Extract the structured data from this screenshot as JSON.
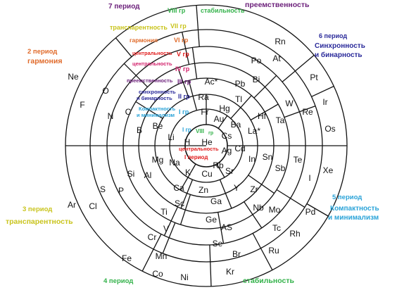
{
  "diagram": {
    "rings": 7,
    "colors": {
      "line": "#111111",
      "period2": "#e06a2a",
      "period3": "#c9c41d",
      "period4": "#33b24a",
      "period5": "#2aa3d8",
      "period6": "#2a2a9a",
      "period7": "#6b1f7a",
      "group1": "#2aa3d8",
      "group2": "#2a2a9a",
      "group3": "#6b1f7a",
      "group4": "#d21f6a",
      "group5": "#e01a1a",
      "group6": "#e06a2a",
      "group7": "#c9c41d",
      "group8": "#33b24a",
      "center": "#e01a1a"
    },
    "period_labels": [
      {
        "id": "p7",
        "text": "7 период",
        "color": "#6b1f7a"
      },
      {
        "id": "p7t",
        "text": "преемственность",
        "color": "#6b1f7a"
      },
      {
        "id": "p2",
        "text": "2 период",
        "color": "#e06a2a"
      },
      {
        "id": "p2t",
        "text": "гармония",
        "color": "#e06a2a"
      },
      {
        "id": "p6",
        "text": "6 период",
        "color": "#2a2a9a"
      },
      {
        "id": "p6t1",
        "text": "Синхронность",
        "color": "#2a2a9a"
      },
      {
        "id": "p6t2",
        "text": "и бинарность",
        "color": "#2a2a9a"
      },
      {
        "id": "p3",
        "text": "3 период",
        "color": "#c9c41d"
      },
      {
        "id": "p3t",
        "text": "транспарентность",
        "color": "#c9c41d"
      },
      {
        "id": "p5",
        "text": "5 период",
        "color": "#2aa3d8"
      },
      {
        "id": "p5t1",
        "text": "Компактность",
        "color": "#2aa3d8"
      },
      {
        "id": "p5t2",
        "text": "и минимализм",
        "color": "#2aa3d8"
      },
      {
        "id": "p4",
        "text": "4 период",
        "color": "#33b24a"
      },
      {
        "id": "p4t",
        "text": "стабильность",
        "color": "#33b24a"
      }
    ],
    "group_labels": [
      {
        "id": "g8",
        "text": "VIII  гр",
        "color": "#33b24a"
      },
      {
        "id": "g8t",
        "text": "стабильность",
        "color": "#33b24a"
      },
      {
        "id": "g7",
        "text": "VII  гр",
        "color": "#c9c41d"
      },
      {
        "id": "g7t",
        "text": "транспарентность",
        "color": "#c9c41d"
      },
      {
        "id": "g6",
        "text": "VI гр",
        "color": "#e06a2a"
      },
      {
        "id": "g6t",
        "text": "гармония",
        "color": "#e06a2a"
      },
      {
        "id": "g5",
        "text": "V гр",
        "color": "#e01a1a"
      },
      {
        "id": "g5t",
        "text": "центральность",
        "color": "#e01a1a"
      },
      {
        "id": "g4",
        "text": "IV гр",
        "color": "#d21f6a"
      },
      {
        "id": "g4t",
        "text": "центральность",
        "color": "#d21f6a"
      },
      {
        "id": "g3",
        "text": "III гр",
        "color": "#6b1f7a"
      },
      {
        "id": "g3t",
        "text": "преемственность",
        "color": "#6b1f7a"
      },
      {
        "id": "g2",
        "text": "II гр",
        "color": "#2a2a9a"
      },
      {
        "id": "g2t1",
        "text": "синхронность",
        "color": "#2a2a9a"
      },
      {
        "id": "g2t2",
        "text": "и бинарность",
        "color": "#2a2a9a"
      },
      {
        "id": "g1",
        "text": "I гр",
        "color": "#2aa3d8"
      },
      {
        "id": "g1t1",
        "text": "Компактность",
        "color": "#2aa3d8"
      },
      {
        "id": "g1t2",
        "text": "и минимализм",
        "color": "#2aa3d8"
      },
      {
        "id": "c1",
        "text": "I гр",
        "color": "#2aa3d8"
      },
      {
        "id": "c8",
        "text": "VIII",
        "color": "#33b24a"
      },
      {
        "id": "c8b",
        "text": "гр",
        "color": "#33b24a"
      },
      {
        "id": "cct",
        "text": "центральность",
        "color": "#e01a1a"
      },
      {
        "id": "cp1",
        "text": "I период",
        "color": "#e01a1a"
      }
    ],
    "elements": [
      {
        "sym": "H"
      },
      {
        "sym": "He"
      },
      {
        "sym": "Li"
      },
      {
        "sym": "Be"
      },
      {
        "sym": "B"
      },
      {
        "sym": "C"
      },
      {
        "sym": "N"
      },
      {
        "sym": "O"
      },
      {
        "sym": "F"
      },
      {
        "sym": "Ne"
      },
      {
        "sym": "Na"
      },
      {
        "sym": "Mg"
      },
      {
        "sym": "Al"
      },
      {
        "sym": "Si"
      },
      {
        "sym": "P"
      },
      {
        "sym": "S"
      },
      {
        "sym": "Cl"
      },
      {
        "sym": "Ar"
      },
      {
        "sym": "K"
      },
      {
        "sym": "Ca"
      },
      {
        "sym": "Sc"
      },
      {
        "sym": "Ti"
      },
      {
        "sym": "V"
      },
      {
        "sym": "Cr"
      },
      {
        "sym": "Mn"
      },
      {
        "sym": "Fe"
      },
      {
        "sym": "Co"
      },
      {
        "sym": "Ni"
      },
      {
        "sym": "Cu"
      },
      {
        "sym": "Zn"
      },
      {
        "sym": "Ga"
      },
      {
        "sym": "Ge"
      },
      {
        "sym": "AS"
      },
      {
        "sym": "Se"
      },
      {
        "sym": "Br"
      },
      {
        "sym": "Kr"
      },
      {
        "sym": "Rb"
      },
      {
        "sym": "Sr"
      },
      {
        "sym": "Y"
      },
      {
        "sym": "Zr"
      },
      {
        "sym": "Nb"
      },
      {
        "sym": "Mo"
      },
      {
        "sym": "Tc"
      },
      {
        "sym": "Ru"
      },
      {
        "sym": "Rh"
      },
      {
        "sym": "Pd"
      },
      {
        "sym": "Ag"
      },
      {
        "sym": "Cd"
      },
      {
        "sym": "In"
      },
      {
        "sym": "Sn"
      },
      {
        "sym": "Sb"
      },
      {
        "sym": "Te"
      },
      {
        "sym": "I"
      },
      {
        "sym": "Xe"
      },
      {
        "sym": "Cs"
      },
      {
        "sym": "Ba"
      },
      {
        "sym": "La*"
      },
      {
        "sym": "Hf"
      },
      {
        "sym": "Ta"
      },
      {
        "sym": "W"
      },
      {
        "sym": "Re"
      },
      {
        "sym": "Os"
      },
      {
        "sym": "Ir"
      },
      {
        "sym": "Pt"
      },
      {
        "sym": "Au"
      },
      {
        "sym": "Hg"
      },
      {
        "sym": "Tl"
      },
      {
        "sym": "Pb"
      },
      {
        "sym": "Bi"
      },
      {
        "sym": "Po"
      },
      {
        "sym": "At"
      },
      {
        "sym": "Rn"
      },
      {
        "sym": "Fr"
      },
      {
        "sym": "Ra"
      },
      {
        "sym": "Ac*"
      }
    ]
  }
}
